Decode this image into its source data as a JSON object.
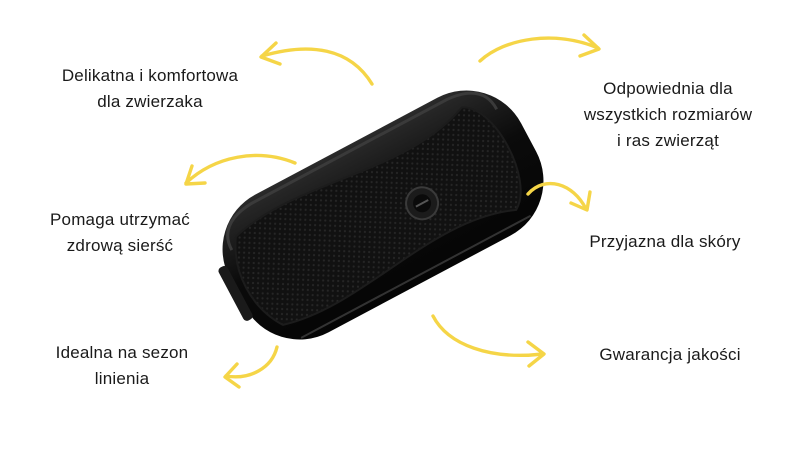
{
  "features": [
    {
      "lines": [
        "Delikatna i komfortowa",
        "dla zwierzaka"
      ]
    },
    {
      "lines": [
        "Odpowiednia dla",
        "wszystkich rozmiarów",
        "i ras zwierząt"
      ]
    },
    {
      "lines": [
        "Pomaga utrzymać",
        "zdrową sierść"
      ]
    },
    {
      "lines": [
        "Przyjazna dla skóry"
      ]
    },
    {
      "lines": [
        "Idealna na sezon",
        "linienia"
      ]
    },
    {
      "lines": [
        "Gwarancja jakości"
      ]
    }
  ],
  "colors": {
    "arrow": "#F5D547",
    "text": "#1a1a1a",
    "product": "#0d0d0d",
    "background": "#ffffff"
  },
  "icons": [
    "curved-arrow-icon",
    "pet-deshedding-brush"
  ]
}
